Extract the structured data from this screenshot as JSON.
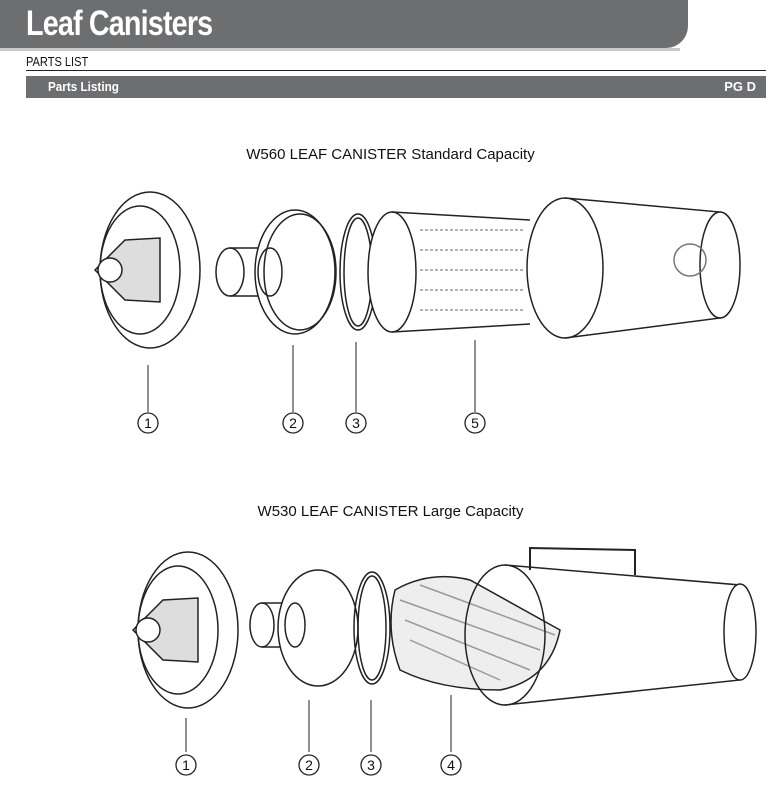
{
  "header": {
    "title": "Leaf Canisters",
    "subtitle": "PARTS LIST"
  },
  "section_bar": {
    "label": "Parts Listing",
    "page": "PG D"
  },
  "diagrams": [
    {
      "caption": "W560 LEAF CANISTER Standard Capacity",
      "callouts": [
        "1",
        "2",
        "3",
        "5"
      ]
    },
    {
      "caption": "W530 LEAF CANISTER Large Capacity",
      "callouts": [
        "1",
        "2",
        "3",
        "4"
      ]
    }
  ]
}
